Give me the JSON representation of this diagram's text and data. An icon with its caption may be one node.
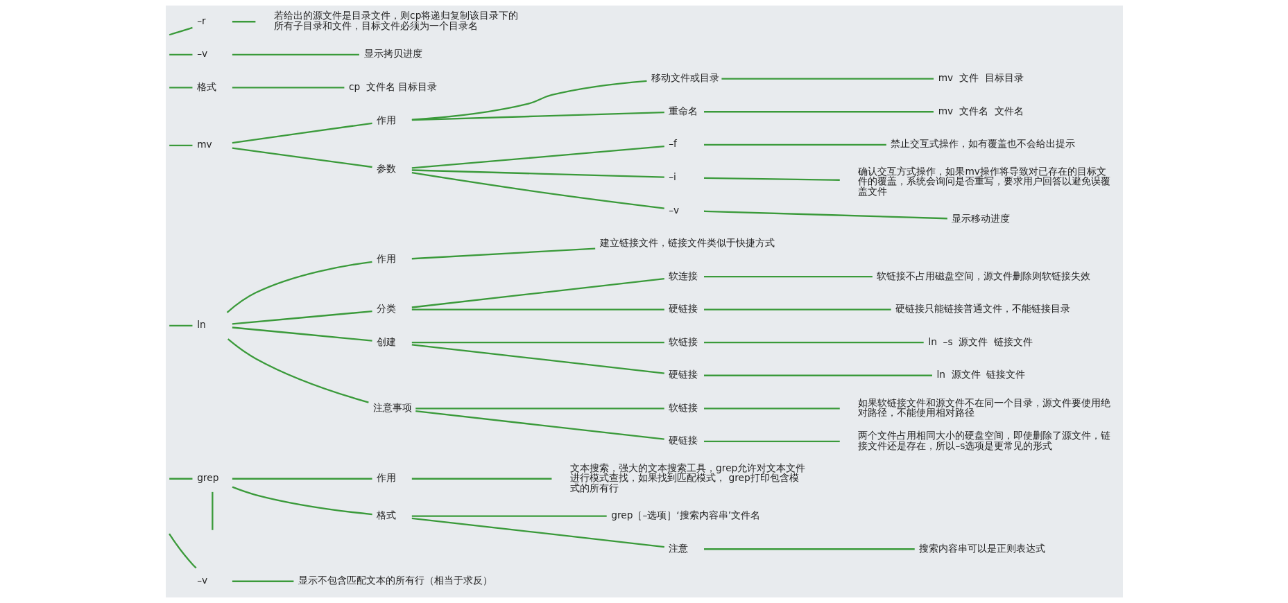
{
  "diagram": {
    "nodes": [
      {
        "text": [
          "–r"
        ]
      },
      {
        "text": [
          "若给出的源文件是目录文件，则cp将递归复制该目录下的所有子目录和文件，目标文件必须为一个目录名"
        ]
      },
      {
        "text": [
          "–v"
        ]
      },
      {
        "text": [
          "显示拷贝进度"
        ]
      },
      {
        "text": [
          "格式"
        ]
      },
      {
        "text": [
          "cp  文件名 目标目录"
        ]
      },
      {
        "text": [
          "mv"
        ]
      },
      {
        "text": [
          "作用"
        ]
      },
      {
        "text": [
          "移动文件或目录"
        ]
      },
      {
        "text": [
          "mv  文件  目标目录"
        ]
      },
      {
        "text": [
          "重命名"
        ]
      },
      {
        "text": [
          "mv  文件名  文件名"
        ]
      },
      {
        "text": [
          "参数"
        ]
      },
      {
        "text": [
          "–f"
        ]
      },
      {
        "text": [
          "禁止交互式操作，如有覆盖也不会给出提示"
        ]
      },
      {
        "text": [
          "–i"
        ]
      },
      {
        "text": [
          "确认交互方式操作，如果mv操作将导致对已存在的目标文件的覆盖，系统会询问是否重写，要求用户回答以避免误覆盖文件"
        ]
      },
      {
        "text": [
          "–v"
        ]
      },
      {
        "text": [
          "显示移动进度"
        ]
      },
      {
        "text": [
          "ln"
        ]
      },
      {
        "text": [
          "作用"
        ]
      },
      {
        "text": [
          "建立链接文件，链接文件类似于快捷方式"
        ]
      },
      {
        "text": [
          "分类"
        ]
      },
      {
        "text": [
          "软连接"
        ]
      },
      {
        "text": [
          "软链接不占用磁盘空间，源文件删除则软链接失效"
        ]
      },
      {
        "text": [
          "硬链接"
        ]
      },
      {
        "text": [
          "硬链接只能链接普通文件，不能链接目录"
        ]
      },
      {
        "text": [
          "创建"
        ]
      },
      {
        "text": [
          "软链接"
        ]
      },
      {
        "text": [
          "ln  –s  源文件  链接文件"
        ]
      },
      {
        "text": [
          "硬链接"
        ]
      },
      {
        "text": [
          "ln  源文件  链接文件"
        ]
      },
      {
        "text": [
          "注意事项"
        ]
      },
      {
        "text": [
          "软链接"
        ]
      },
      {
        "text": [
          "如果软链接文件和源文件不在同一个目录，源文件要使用绝对路径，不能使用相对路径"
        ]
      },
      {
        "text": [
          "硬链接"
        ]
      },
      {
        "text": [
          "两个文件占用相同大小的硬盘空间，即使删除了源文件，链接文件还是存在，所以–s选项是更常见的形式"
        ]
      },
      {
        "text": [
          "grep"
        ]
      },
      {
        "text": [
          "作用"
        ]
      },
      {
        "text": [
          "文本搜索，强大的文本搜索工具，grep允许对文本文件进行模式查找，如果找到匹配模式， grep打印包含模式的所有行"
        ]
      },
      {
        "text": [
          "格式"
        ]
      },
      {
        "text": [
          "grep［–选项］‘搜索内容串’文件名"
        ]
      },
      {
        "text": [
          "注意"
        ]
      },
      {
        "text": [
          "搜索内容串可以是正则表达式"
        ]
      },
      {
        "text": [
          "–v"
        ]
      },
      {
        "text": [
          "显示不包含匹配文本的所有行（相当于求反）"
        ]
      }
    ],
    "edges": [
      {
        "from": null,
        "to": 0,
        "arrow": "none"
      },
      {
        "from": 0,
        "to": 1,
        "arrow": "none"
      },
      {
        "from": null,
        "to": 2,
        "arrow": "none"
      },
      {
        "from": 2,
        "to": 3,
        "arrow": "none"
      },
      {
        "from": null,
        "to": 4,
        "arrow": "none"
      },
      {
        "from": 4,
        "to": 5,
        "arrow": "none"
      },
      {
        "from": null,
        "to": 6,
        "arrow": "none"
      },
      {
        "from": 6,
        "to": 7,
        "arrow": "none"
      },
      {
        "from": 7,
        "to": 8,
        "arrow": "none"
      },
      {
        "from": 8,
        "to": 9,
        "arrow": "none"
      },
      {
        "from": 7,
        "to": 10,
        "arrow": "none"
      },
      {
        "from": 10,
        "to": 11,
        "arrow": "none"
      },
      {
        "from": 6,
        "to": 12,
        "arrow": "none"
      },
      {
        "from": 12,
        "to": 13,
        "arrow": "none"
      },
      {
        "from": 13,
        "to": 14,
        "arrow": "none"
      },
      {
        "from": 12,
        "to": 15,
        "arrow": "none"
      },
      {
        "from": 15,
        "to": 16,
        "arrow": "none"
      },
      {
        "from": 12,
        "to": 17,
        "arrow": "none"
      },
      {
        "from": 17,
        "to": 18,
        "arrow": "none"
      },
      {
        "from": null,
        "to": 19,
        "arrow": "none"
      },
      {
        "from": 19,
        "to": 20,
        "arrow": "none"
      },
      {
        "from": 20,
        "to": 21,
        "arrow": "none"
      },
      {
        "from": 19,
        "to": 22,
        "arrow": "none"
      },
      {
        "from": 22,
        "to": 23,
        "arrow": "none"
      },
      {
        "from": 23,
        "to": 24,
        "arrow": "none"
      },
      {
        "from": 22,
        "to": 25,
        "arrow": "none"
      },
      {
        "from": 25,
        "to": 26,
        "arrow": "none"
      },
      {
        "from": 19,
        "to": 27,
        "arrow": "none"
      },
      {
        "from": 27,
        "to": 28,
        "arrow": "none"
      },
      {
        "from": 28,
        "to": 29,
        "arrow": "none"
      },
      {
        "from": 27,
        "to": 30,
        "arrow": "none"
      },
      {
        "from": 30,
        "to": 31,
        "arrow": "none"
      },
      {
        "from": 19,
        "to": 32,
        "arrow": "none"
      },
      {
        "from": 32,
        "to": 33,
        "arrow": "none"
      },
      {
        "from": 33,
        "to": 34,
        "arrow": "none"
      },
      {
        "from": 32,
        "to": 35,
        "arrow": "none"
      },
      {
        "from": 35,
        "to": 36,
        "arrow": "none"
      },
      {
        "from": null,
        "to": 37,
        "arrow": "none"
      },
      {
        "from": 37,
        "to": 38,
        "arrow": "none"
      },
      {
        "from": 38,
        "to": 39,
        "arrow": "none"
      },
      {
        "from": 37,
        "to": 40,
        "arrow": "none"
      },
      {
        "from": 40,
        "to": 41,
        "arrow": "none"
      },
      {
        "from": 40,
        "to": 42,
        "arrow": "none"
      },
      {
        "from": 42,
        "to": 43,
        "arrow": "none"
      },
      {
        "from": 37,
        "to": null,
        "arrow": "none"
      },
      {
        "from": null,
        "to": 44,
        "arrow": "none"
      },
      {
        "from": 44,
        "to": 45,
        "arrow": "none"
      }
    ]
  }
}
